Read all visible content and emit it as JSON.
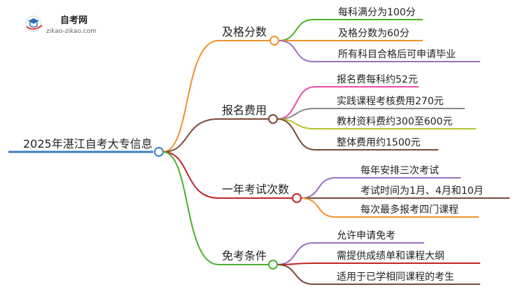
{
  "logo": {
    "name": "自考网",
    "url": "zikao-zikao.com"
  },
  "root": {
    "label": "2025年湛江自考大专信息"
  },
  "branches": [
    {
      "label": "及格分数",
      "color": "#f0922a",
      "leaf_color": "#4caf2a",
      "leaves": [
        {
          "label": "每科满分为100分",
          "color": "#4caf2a"
        },
        {
          "label": "及格分数为60分",
          "color": "#f0922a"
        },
        {
          "label": "所有科目合格后可申请毕业",
          "color": "#9b6fc0"
        }
      ]
    },
    {
      "label": "报名费用",
      "color": "#7a4a3a",
      "leaves": [
        {
          "label": "报名费每科约52元",
          "color": "#e94fa3"
        },
        {
          "label": "实践课程考核费用270元",
          "color": "#8a8a8a"
        },
        {
          "label": "教材资料费约300至600元",
          "color": "#b5c22a"
        },
        {
          "label": "整体费用约1500元",
          "color": "#7a4a3a"
        }
      ]
    },
    {
      "label": "一年考试次数",
      "color": "#c0242a",
      "leaves": [
        {
          "label": "每年安排三次考试",
          "color": "#9b6fc0"
        },
        {
          "label": "考试时间为1月、4月和10月",
          "color": "#7a4a3a"
        },
        {
          "label": "每次最多报考四门课程",
          "color": "#f0922a"
        }
      ]
    },
    {
      "label": "免考条件",
      "color": "#4caf2a",
      "leaves": [
        {
          "label": "允许申请免考",
          "color": "#9b6fc0"
        },
        {
          "label": "需提供成绩单和课程大纲",
          "color": "#c0242a"
        },
        {
          "label": "适用于已学相同课程的考生",
          "color": "#7a4a3a"
        }
      ]
    }
  ],
  "colors": {
    "root_line": "#3a7fc1"
  }
}
